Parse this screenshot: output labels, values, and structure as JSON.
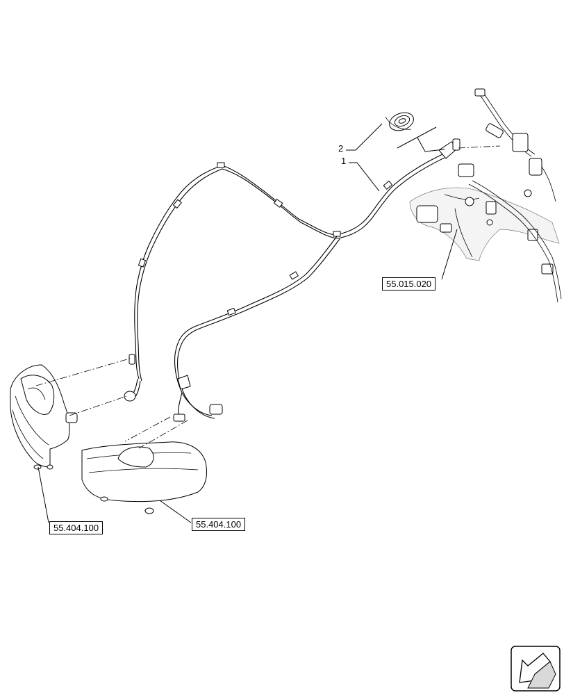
{
  "callouts": [
    {
      "label": "2"
    },
    {
      "label": "1"
    }
  ],
  "references": [
    {
      "code": "55.015.020"
    },
    {
      "code": "55.404.100"
    },
    {
      "code": "55.404.100"
    }
  ],
  "icons": {
    "corner_nav": "arrow-navigation-icon"
  }
}
